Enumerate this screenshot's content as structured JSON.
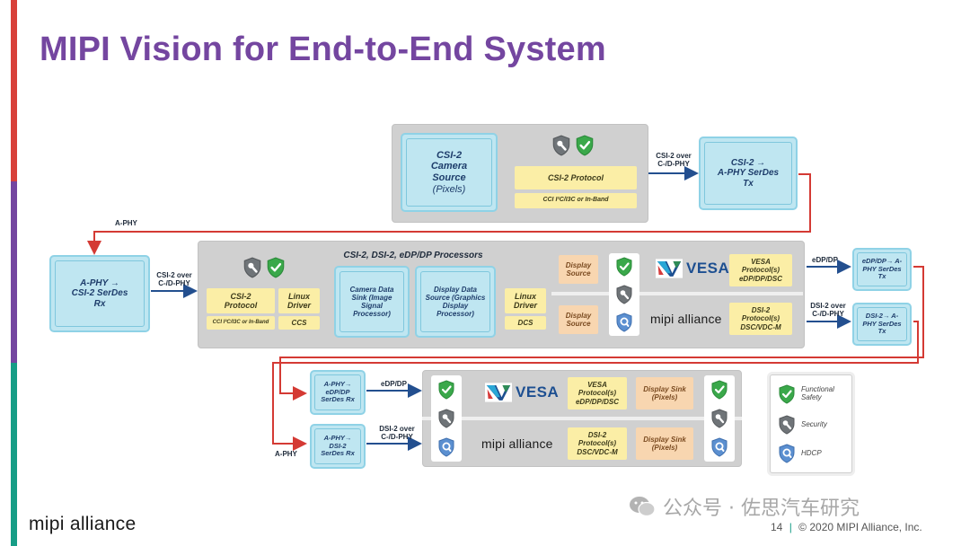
{
  "title": "MIPI Vision for End-to-End System",
  "colors": {
    "title": "#7446a0",
    "bar_red": "#d8413a",
    "bar_purple": "#7446a0",
    "bar_teal": "#179d86",
    "component_blue": "#bfe6f1",
    "protocol_yellow": "#fbeea6",
    "display_orange": "#f8d6b0",
    "red_link": "#d43a34",
    "blue_arrow": "#234f8f"
  },
  "camera_source": {
    "line1": "CSI-2",
    "line2": "Camera",
    "line3": "Source",
    "line4": "(Pixels)"
  },
  "csi2_protocol_top": "CSI-2 Protocol",
  "cci_top": "CCI I²C/I3C or In-Band",
  "label_csi2_over_top": "CSI-2 over C-/D-PHY",
  "aphy_serdes_tx": {
    "line1": "CSI-2 →",
    "line2": "A-PHY SerDes",
    "line3": "Tx"
  },
  "label_aphy_top": "A-PHY",
  "aphy_serdes_rx": {
    "line1": "A-PHY →",
    "line2": "CSI-2 SerDes",
    "line3": "Rx"
  },
  "label_csi2_over_mid": "CSI-2 over C-/D-PHY",
  "processors_title": "CSI-2, DSI-2, eDP/DP Processors",
  "csi2_protocol_mid": "CSI-2 Protocol",
  "cci_mid": "CCI I²C/I3C or In-Band",
  "linux_driver_1": "Linux Driver",
  "ccs": "CCS",
  "camera_data_sink": "Camera Data Sink (Image Signal Processor)",
  "display_data_source": "Display Data Source (Graphics Display Processor)",
  "linux_driver_2": "Linux Driver",
  "dcs": "DCS",
  "display_source_1": "Display Source",
  "display_source_2": "Display Source",
  "vesa_label": "VESA",
  "mipi_alliance_label": "mipi alliance",
  "vesa_protocols_mid": "VESA Protocol(s) eDP/DP/DSC",
  "dsi2_protocols_mid": "DSI-2 Protocol(s) DSC/VDC-M",
  "label_edp_dp_right": "eDP/DP",
  "label_dsi2_over_right": "DSI-2 over C-/D-PHY",
  "edp_aphy_tx": "eDP/DP→ A-PHY SerDes Tx",
  "dsi2_aphy_tx": "DSI-2→ A-PHY SerDes Tx",
  "aphy_edp_rx": "A-PHY→ eDP/DP SerDes Rx",
  "aphy_dsi2_rx": "A-PHY→ DSI-2 SerDes Rx",
  "label_edp_dp_bottom": "eDP/DP",
  "label_dsi2_over_bottom": "DSI-2 over C-/D-PHY",
  "label_aphy_bottom": "A-PHY",
  "vesa_protocols_bottom": "VESA Protocol(s) eDP/DP/DSC",
  "dsi2_protocols_bottom": "DSI-2 Protocol(s) DSC/VDC-M",
  "display_sink_1": "Display Sink (Pixels)",
  "display_sink_2": "Display Sink (Pixels)",
  "legend": {
    "functional_safety": "Functional Safety",
    "security": "Security",
    "hdcp": "HDCP"
  },
  "footer": {
    "logo": "mipi alliance",
    "watermark": "公众号 · 佐思汽车研究",
    "page": "14",
    "copyright": "© 2020 MIPI Alliance, Inc."
  },
  "icons": [
    "shield-check-icon",
    "security-wrench-icon",
    "hdcp-shield-icon"
  ]
}
